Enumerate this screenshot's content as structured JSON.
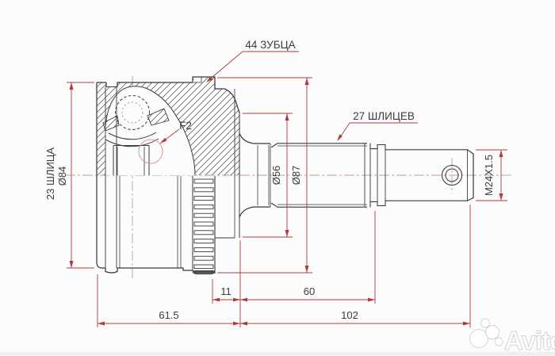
{
  "drawing": {
    "type": "cv-joint-outer-technical-drawing",
    "labels": {
      "teeth_44": "44 ЗУБЦА",
      "splines_27": "27 ШЛИЦЕВ",
      "splines_23": "23 ШЛИЦА",
      "grease_f2": "F2"
    },
    "diameters": {
      "housing": "Ø84",
      "boot_land": "Ø56",
      "abs_ring": "Ø87",
      "thread": "M24X1.5"
    },
    "dimensions": {
      "ring_offset": "11",
      "spline_length": "60",
      "housing_length": "61.5",
      "stem_length": "102"
    },
    "colors": {
      "dimension_red": "#b03a3a",
      "line_dark": "#3a3a40",
      "centerline_pink": "#c49a9a",
      "background": "#fcfcfc",
      "watermark_gray": "#cccccc"
    }
  },
  "watermark": {
    "text": "Avito"
  }
}
